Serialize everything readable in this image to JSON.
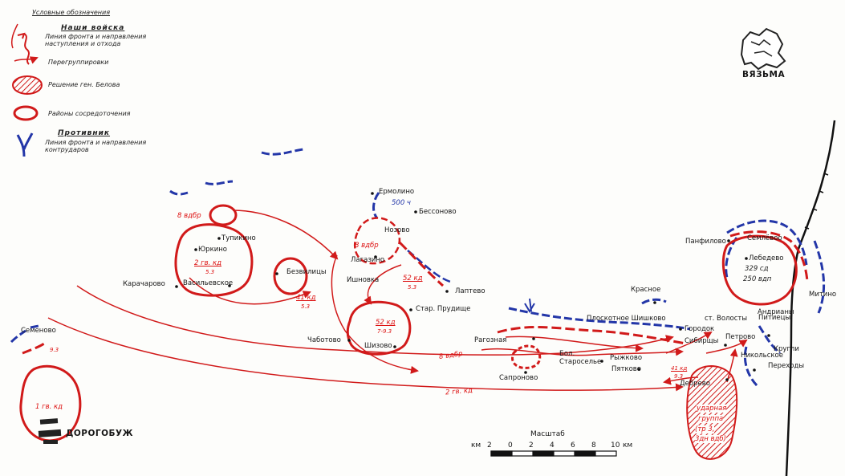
{
  "legend": {
    "title": "Условные обозначения",
    "our_troops": "Наши войска",
    "front_line": "Линия фронта и направления наступления и отхода",
    "regroup": "Перегруппировки",
    "belov_decision": "Решение ген. Белова",
    "concentration": "Районы сосредоточения",
    "enemy": "Противник",
    "enemy_front": "Линия фронта и направления контрударов"
  },
  "places": {
    "vyazma": "ВЯЗЬМА",
    "dorogobuzh": "ДОРОГОБУЖ",
    "semenovo": "Семеново",
    "karacharovo": "Карачарово",
    "tupikino": "Тупикино",
    "yurkino": "Юркино",
    "vasilevskoe": "Васильевское",
    "bezvilitsy": "Безвилицы",
    "ermolino": "Ермолино",
    "bessonovo": "Бессоново",
    "nozovo": "Нозово",
    "lagazino": "Лагазино",
    "ishnovka": "Ишновка",
    "laptevo": "Лаптево",
    "star_prudishche": "Стар. Прудище",
    "chabotovo": "Чаботово",
    "shizovo": "Шизово",
    "ragoznaya": "Рагозная",
    "bol_staroselye": "Бол. Староселье",
    "ryzhkovo": "Рыжково",
    "pyatkovo": "Пятково",
    "sapronovo": "Сапроново",
    "krasnoe": "Красное",
    "pliskovka_shishkovo": "Плоскотное Шишково",
    "st_volosty": "ст. Волосты",
    "gorodok": "Городок",
    "siberiya": "Сибирщы",
    "petrovo": "Петрово",
    "pitsalovo": "Питиецы",
    "panfilovo": "Панфилово",
    "semlevo": "Семлёвоо",
    "lebedevo": "Лебедево",
    "andreyany": "Андрианы",
    "mitino": "Митино",
    "kriutsy": "Кругли",
    "nikolskoe": "Никольское",
    "perekhody": "Переходы",
    "debrevo": "Дебрево"
  },
  "units": {
    "u_8vdbr_a": "8 вдбр",
    "u_2gvkd": "2 гв. кд",
    "u_2gvkd_sub": "5.3",
    "u_41kd": "41 кд",
    "u_41kd_sub": "5.3",
    "u_500ch": "500 ч",
    "u_8vdbr_b": "8 вдбр",
    "u_52kd_a": "52 кд",
    "u_52kd_a_sub": "5.3",
    "u_52kd_b": "52 кд",
    "u_52kd_b_sub": "7-9.3",
    "u_8vdbr_c": "8 вдбр",
    "u_2gvkd_b": "2 гв. кд",
    "u_329sd": "329 сд",
    "u_250vdp": "250 вдп",
    "u_1gvkd": "1 гв. кд",
    "u_93": "9.3",
    "u_41kd_c": "41 кд",
    "u_41kd_c_sub": "9.3",
    "u_udarnaya": "ударная",
    "u_gruppa": "группа",
    "u_tri": "(тр   3,",
    "u_3dn": "3дн вдб)"
  },
  "scale": {
    "title": "Масштаб",
    "unit_left": "км",
    "unit_right": "км",
    "ticks": [
      "2",
      "0",
      "2",
      "4",
      "6",
      "8",
      "10"
    ]
  },
  "colors": {
    "our_troops": "#d11a1a",
    "enemy": "#2336a8",
    "rail": "#111111"
  }
}
